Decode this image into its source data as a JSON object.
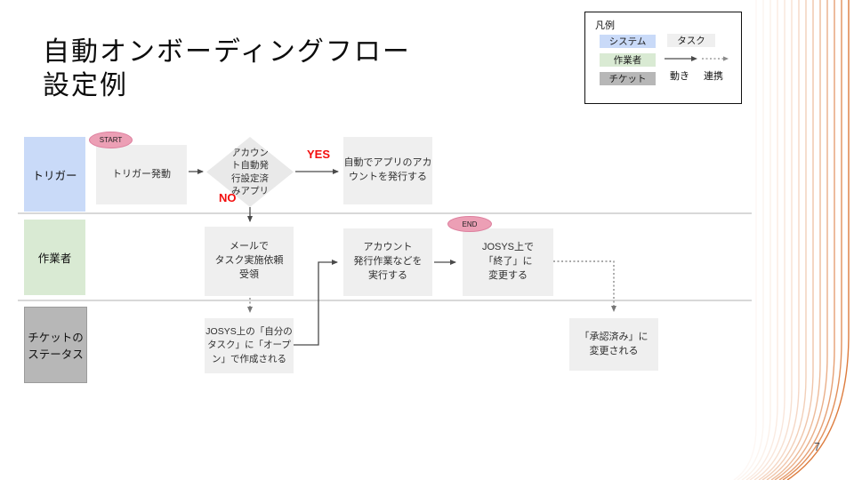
{
  "slide": {
    "title": "自動オンボーディングフロー\n設定例",
    "page_number": "7"
  },
  "legend": {
    "title": "凡例",
    "system_label": "システム",
    "task_label": "タスク",
    "worker_label": "作業者",
    "ticket_label": "チケット",
    "motion_label": "動き",
    "link_label": "連携",
    "colors": {
      "system": "#c9daf8",
      "worker": "#d9ead3",
      "ticket": "#b7b7b7",
      "task": "#efefef"
    }
  },
  "lanes": {
    "trigger": "トリガー",
    "worker": "作業者",
    "ticket_status": "チケットの\nステータス"
  },
  "badges": {
    "start": "START",
    "end": "END"
  },
  "branches": {
    "yes": "YES",
    "no": "NO"
  },
  "nodes": {
    "trigger_fired": "トリガー発動",
    "decision_auto_provision": "アカウン\nト自動発\n行設定済\nみアプリ",
    "auto_issue_account": "自動でアプリのアカ\nウントを発行する",
    "receive_task_mail": "メールで\nタスク実施依頼\n受領",
    "execute_account_work": "アカウント\n発行作業などを\n実行する",
    "set_done_on_josys": "JOSYS上で\n「終了」に\n変更する",
    "task_created_open": "JOSYS上の「自分の\nタスク」に「オープ\nン」で作成される",
    "changed_to_approved": "「承認済み」に\n変更される"
  },
  "deco": {
    "accent_color": "#dd7c3e"
  }
}
